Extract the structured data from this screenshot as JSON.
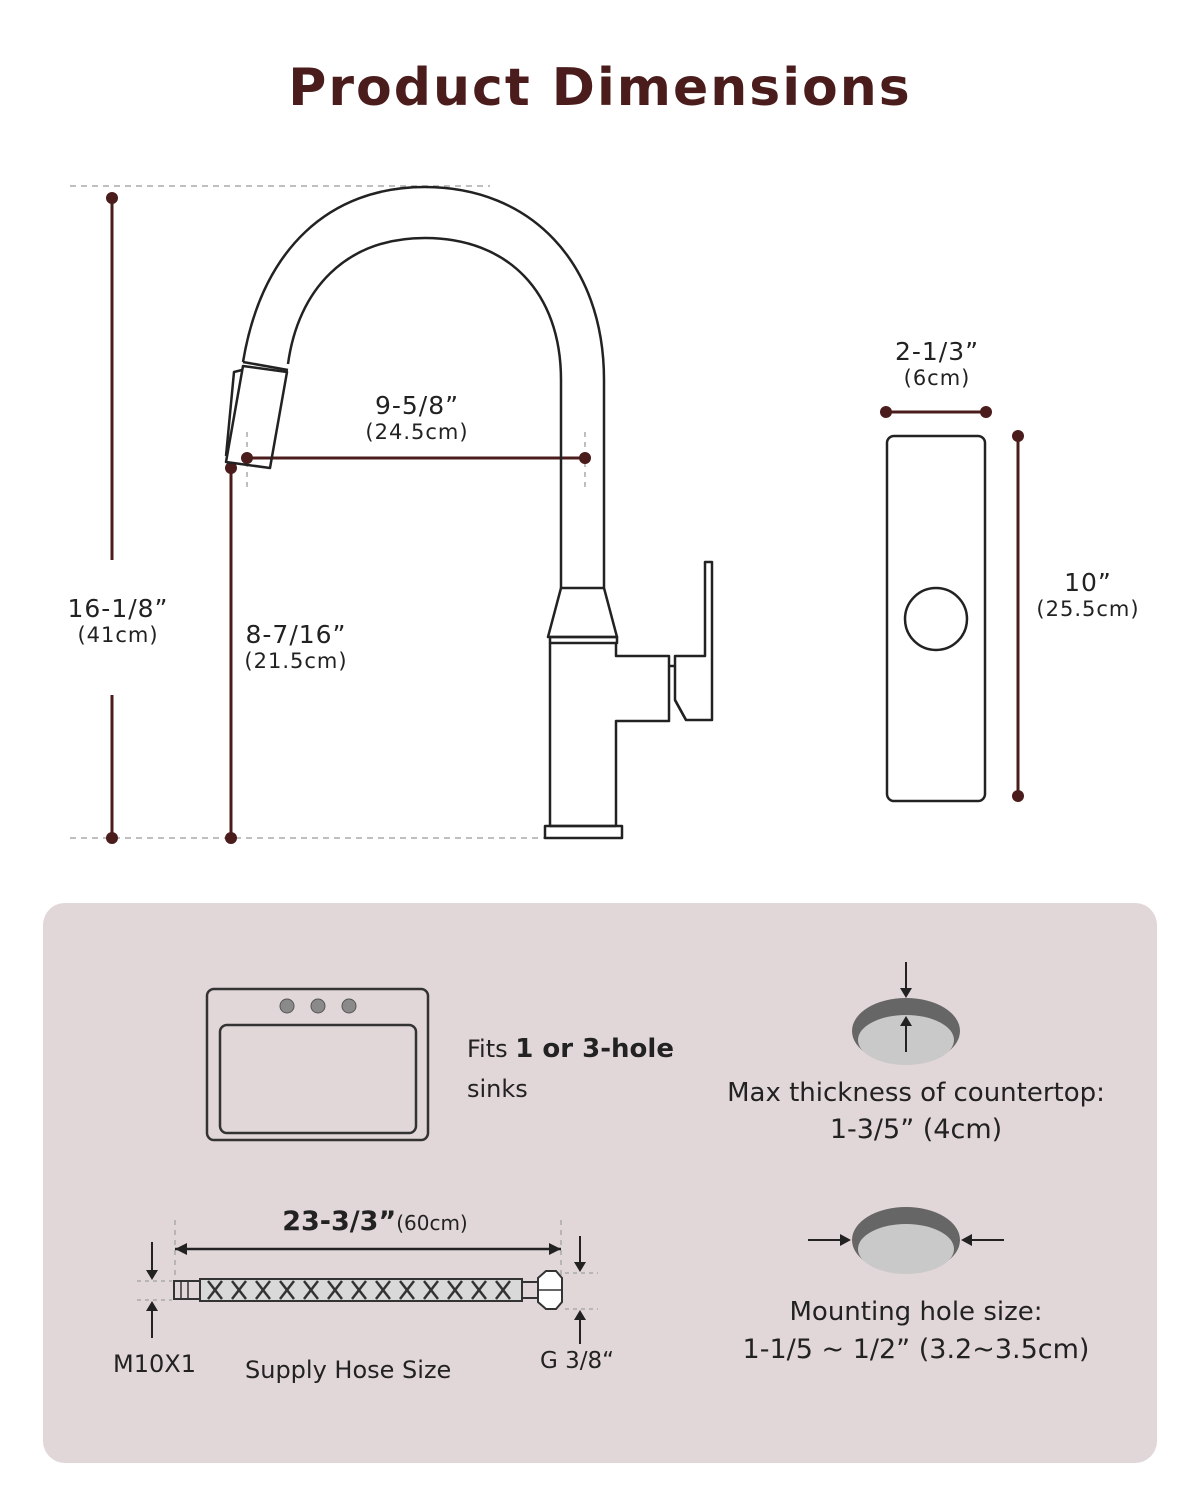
{
  "title": "Product Dimensions",
  "dimensions": {
    "overall_height": {
      "imperial": "16-1/8”",
      "metric": "(41cm)"
    },
    "spout_height": {
      "imperial": "8-7/16”",
      "metric": "(21.5cm)"
    },
    "spout_reach": {
      "imperial": "9-5/8”",
      "metric": "(24.5cm)"
    },
    "deck_width": {
      "imperial": "2-1/3”",
      "metric": "(6cm)"
    },
    "deck_length": {
      "imperial": "10”",
      "metric": "(25.5cm)"
    }
  },
  "sink": {
    "prefix": "Fits ",
    "bold": "1 or 3-hole",
    "suffix": "sinks"
  },
  "countertop": {
    "label": "Max thickness of countertop:",
    "value": "1-3/5” (4cm)"
  },
  "hose": {
    "length_imperial": "23-3/3”",
    "length_metric": "(60cm)",
    "left_thread": "M10X1",
    "label": "Supply Hose Size",
    "right_thread": "G 3/8“"
  },
  "mounting": {
    "label": "Mounting hole size:",
    "value": "1-1/5 ~ 1/2” (3.2~3.5cm)"
  },
  "colors": {
    "title": "#4a1c1c",
    "dimension_line": "#4a1c1c",
    "panel": "#e2d7d8"
  }
}
